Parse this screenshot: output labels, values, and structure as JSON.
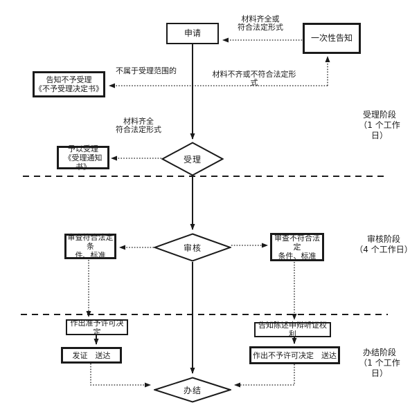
{
  "colors": {
    "ink": "#1a1a1a",
    "background": "#ffffff"
  },
  "nodes": {
    "apply": {
      "label": "申请"
    },
    "one_time_notice": {
      "label": "一次性告知"
    },
    "notify_not_accept": {
      "label": "告知不予受理\n《不予受理决定书》"
    },
    "accept_notice": {
      "label": "予以受理\n《受理通知书》"
    },
    "accept": {
      "label": "受理"
    },
    "review": {
      "label": "审核"
    },
    "review_pass": {
      "label": "审查符合法定条\n件、标准"
    },
    "review_fail": {
      "label": "审查不符合法定\n条件、标准"
    },
    "grant_decision": {
      "label": "作出准予许可决定"
    },
    "issue_deliver": {
      "label": "发证　送达"
    },
    "notify_rights": {
      "label": "告知陈述申辩听证权利"
    },
    "deny_decision": {
      "label": "作出不予许可决定　送达"
    },
    "finish": {
      "label": "办结"
    }
  },
  "edge_labels": {
    "materials_ok_return": "材料齐全或\n符合法定形式",
    "not_in_scope": "不属于受理范围的",
    "materials_incomplete": "材料不齐或不符合法定形式",
    "materials_ok_forward": "材料齐全\n符合法定形式"
  },
  "stages": [
    {
      "label": "受理阶段\n（1 个工作\n日）"
    },
    {
      "label": "审核阶段\n（4 个工作日）"
    },
    {
      "label": "办结阶段\n（1 个工作\n日）"
    }
  ]
}
